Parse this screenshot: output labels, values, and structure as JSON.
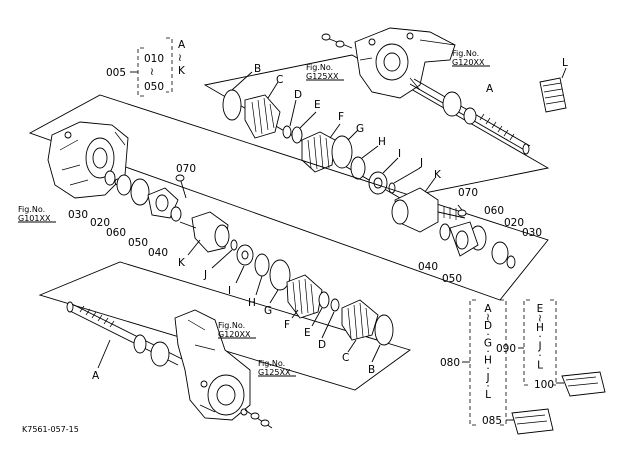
{
  "diagram": {
    "doc_code": "K7561-057-15",
    "fig_refs": {
      "g101": "Fig.No.\nG101XX",
      "g120": "Fig.No.\nG120XX",
      "g125": "Fig.No.\nG125XX"
    },
    "upper_labels": {
      "A": "A",
      "B": "B",
      "C": "C",
      "D": "D",
      "E": "E",
      "F": "F",
      "G": "G",
      "H": "H",
      "I": "I",
      "J": "J",
      "K": "K",
      "L": "L",
      "n070": "070",
      "n060": "060",
      "n020": "020",
      "n030": "030",
      "n050": "050",
      "n040": "040"
    },
    "left_labels": {
      "n030": "030",
      "n020": "020",
      "n060": "060",
      "n050": "050",
      "n040": "040",
      "n070": "070",
      "K": "K"
    },
    "lower_labels": {
      "J": "J",
      "I": "I",
      "H": "H",
      "G": "G",
      "F": "F",
      "E": "E",
      "D": "D",
      "C": "C",
      "B": "B",
      "A": "A"
    },
    "bracket_top": {
      "n005": "005",
      "n010": "010",
      "n050": "050",
      "tilde": "≀",
      "A": "A",
      "K": "K"
    },
    "bracket_right": {
      "n080": "080",
      "n090": "090",
      "n085": "085",
      "n100": "100",
      "seq1": [
        "A",
        "≀",
        "D",
        "·",
        "G",
        "·",
        "H",
        "·",
        "J",
        "·",
        "L"
      ],
      "seq2": [
        "E",
        "≀",
        "H",
        "·",
        "J",
        "·",
        "L"
      ]
    }
  }
}
